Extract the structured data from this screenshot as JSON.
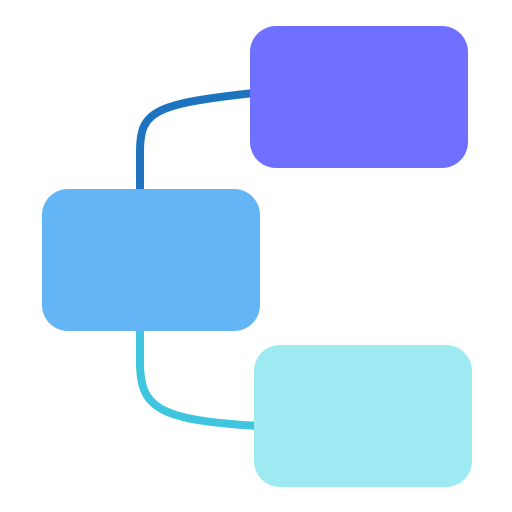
{
  "diagram": {
    "icon": "hierarchy-tree-icon",
    "nodes": [
      {
        "id": "root",
        "color": "#64B5F6"
      },
      {
        "id": "child-top",
        "color": "#6F70FF"
      },
      {
        "id": "child-bottom",
        "color": "#9EEAF3"
      }
    ],
    "connectors": [
      {
        "from": "root",
        "to": "child-top",
        "color": "#1E73BE"
      },
      {
        "from": "root",
        "to": "child-bottom",
        "color": "#3FC6DE"
      }
    ]
  }
}
